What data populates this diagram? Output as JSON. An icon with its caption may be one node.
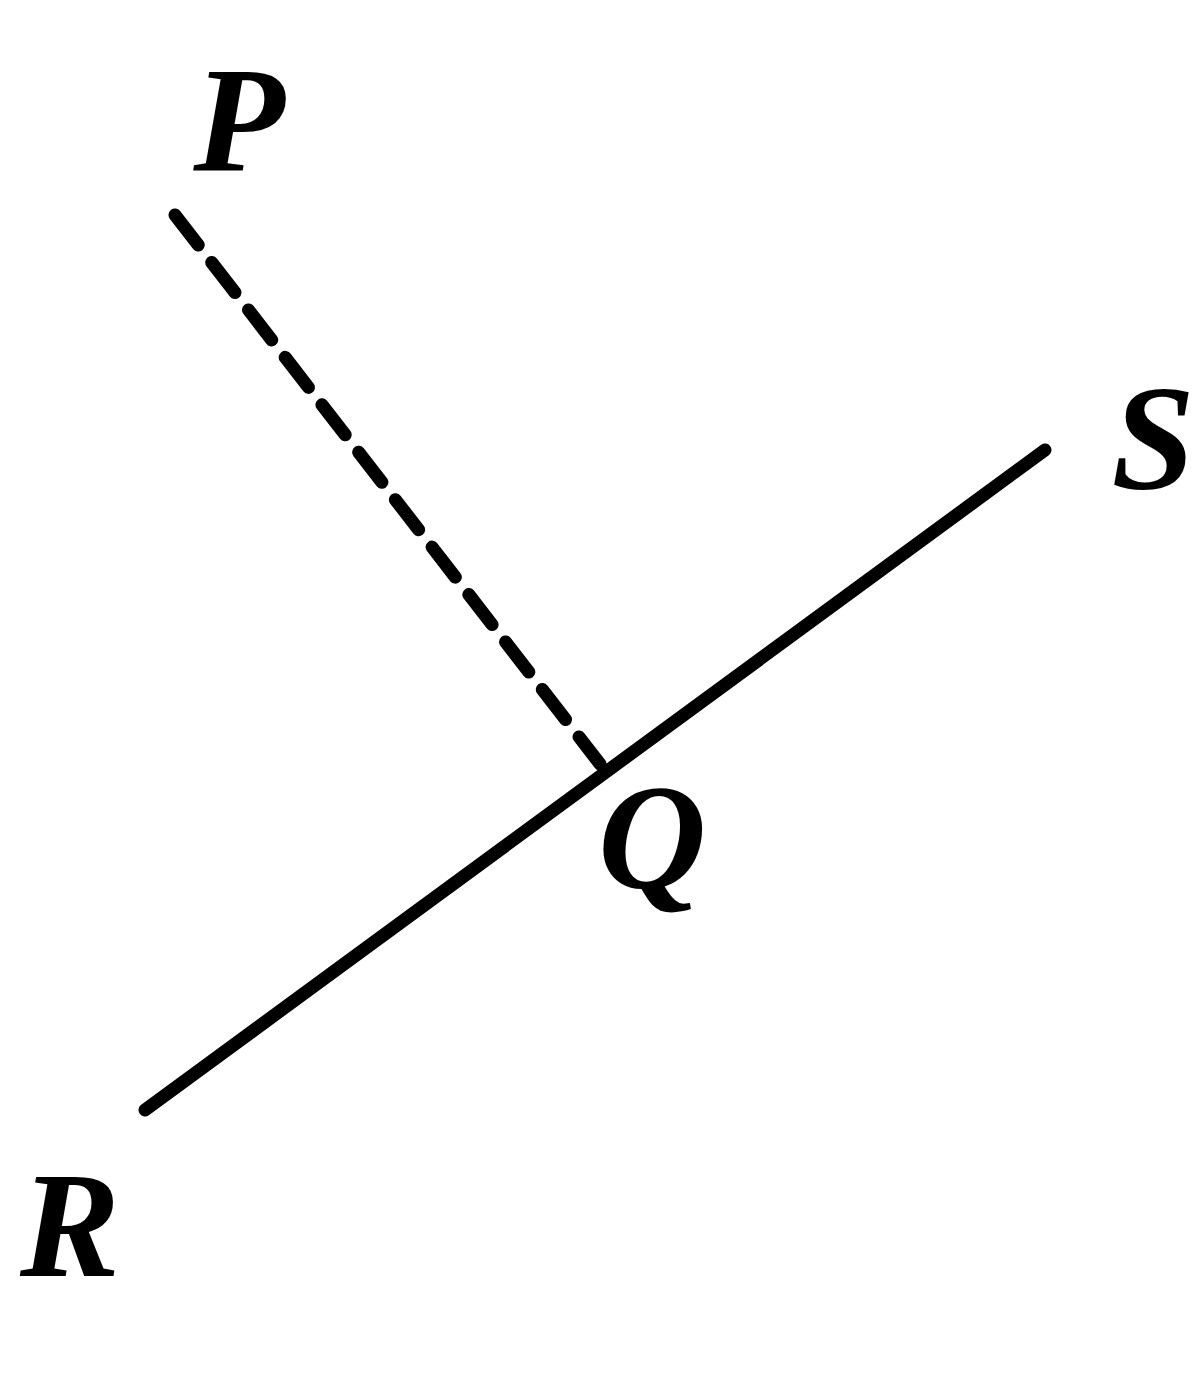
{
  "diagram": {
    "nodes": [
      {
        "text": [
          "P"
        ]
      },
      {
        "text": [
          "Q"
        ]
      },
      {
        "text": [
          "R"
        ]
      },
      {
        "text": [
          "S"
        ]
      }
    ],
    "edges": [
      {
        "from": 0,
        "to": 1,
        "arrow": "none",
        "style": "dashed"
      },
      {
        "from": 2,
        "to": 3,
        "arrow": "none"
      }
    ]
  }
}
